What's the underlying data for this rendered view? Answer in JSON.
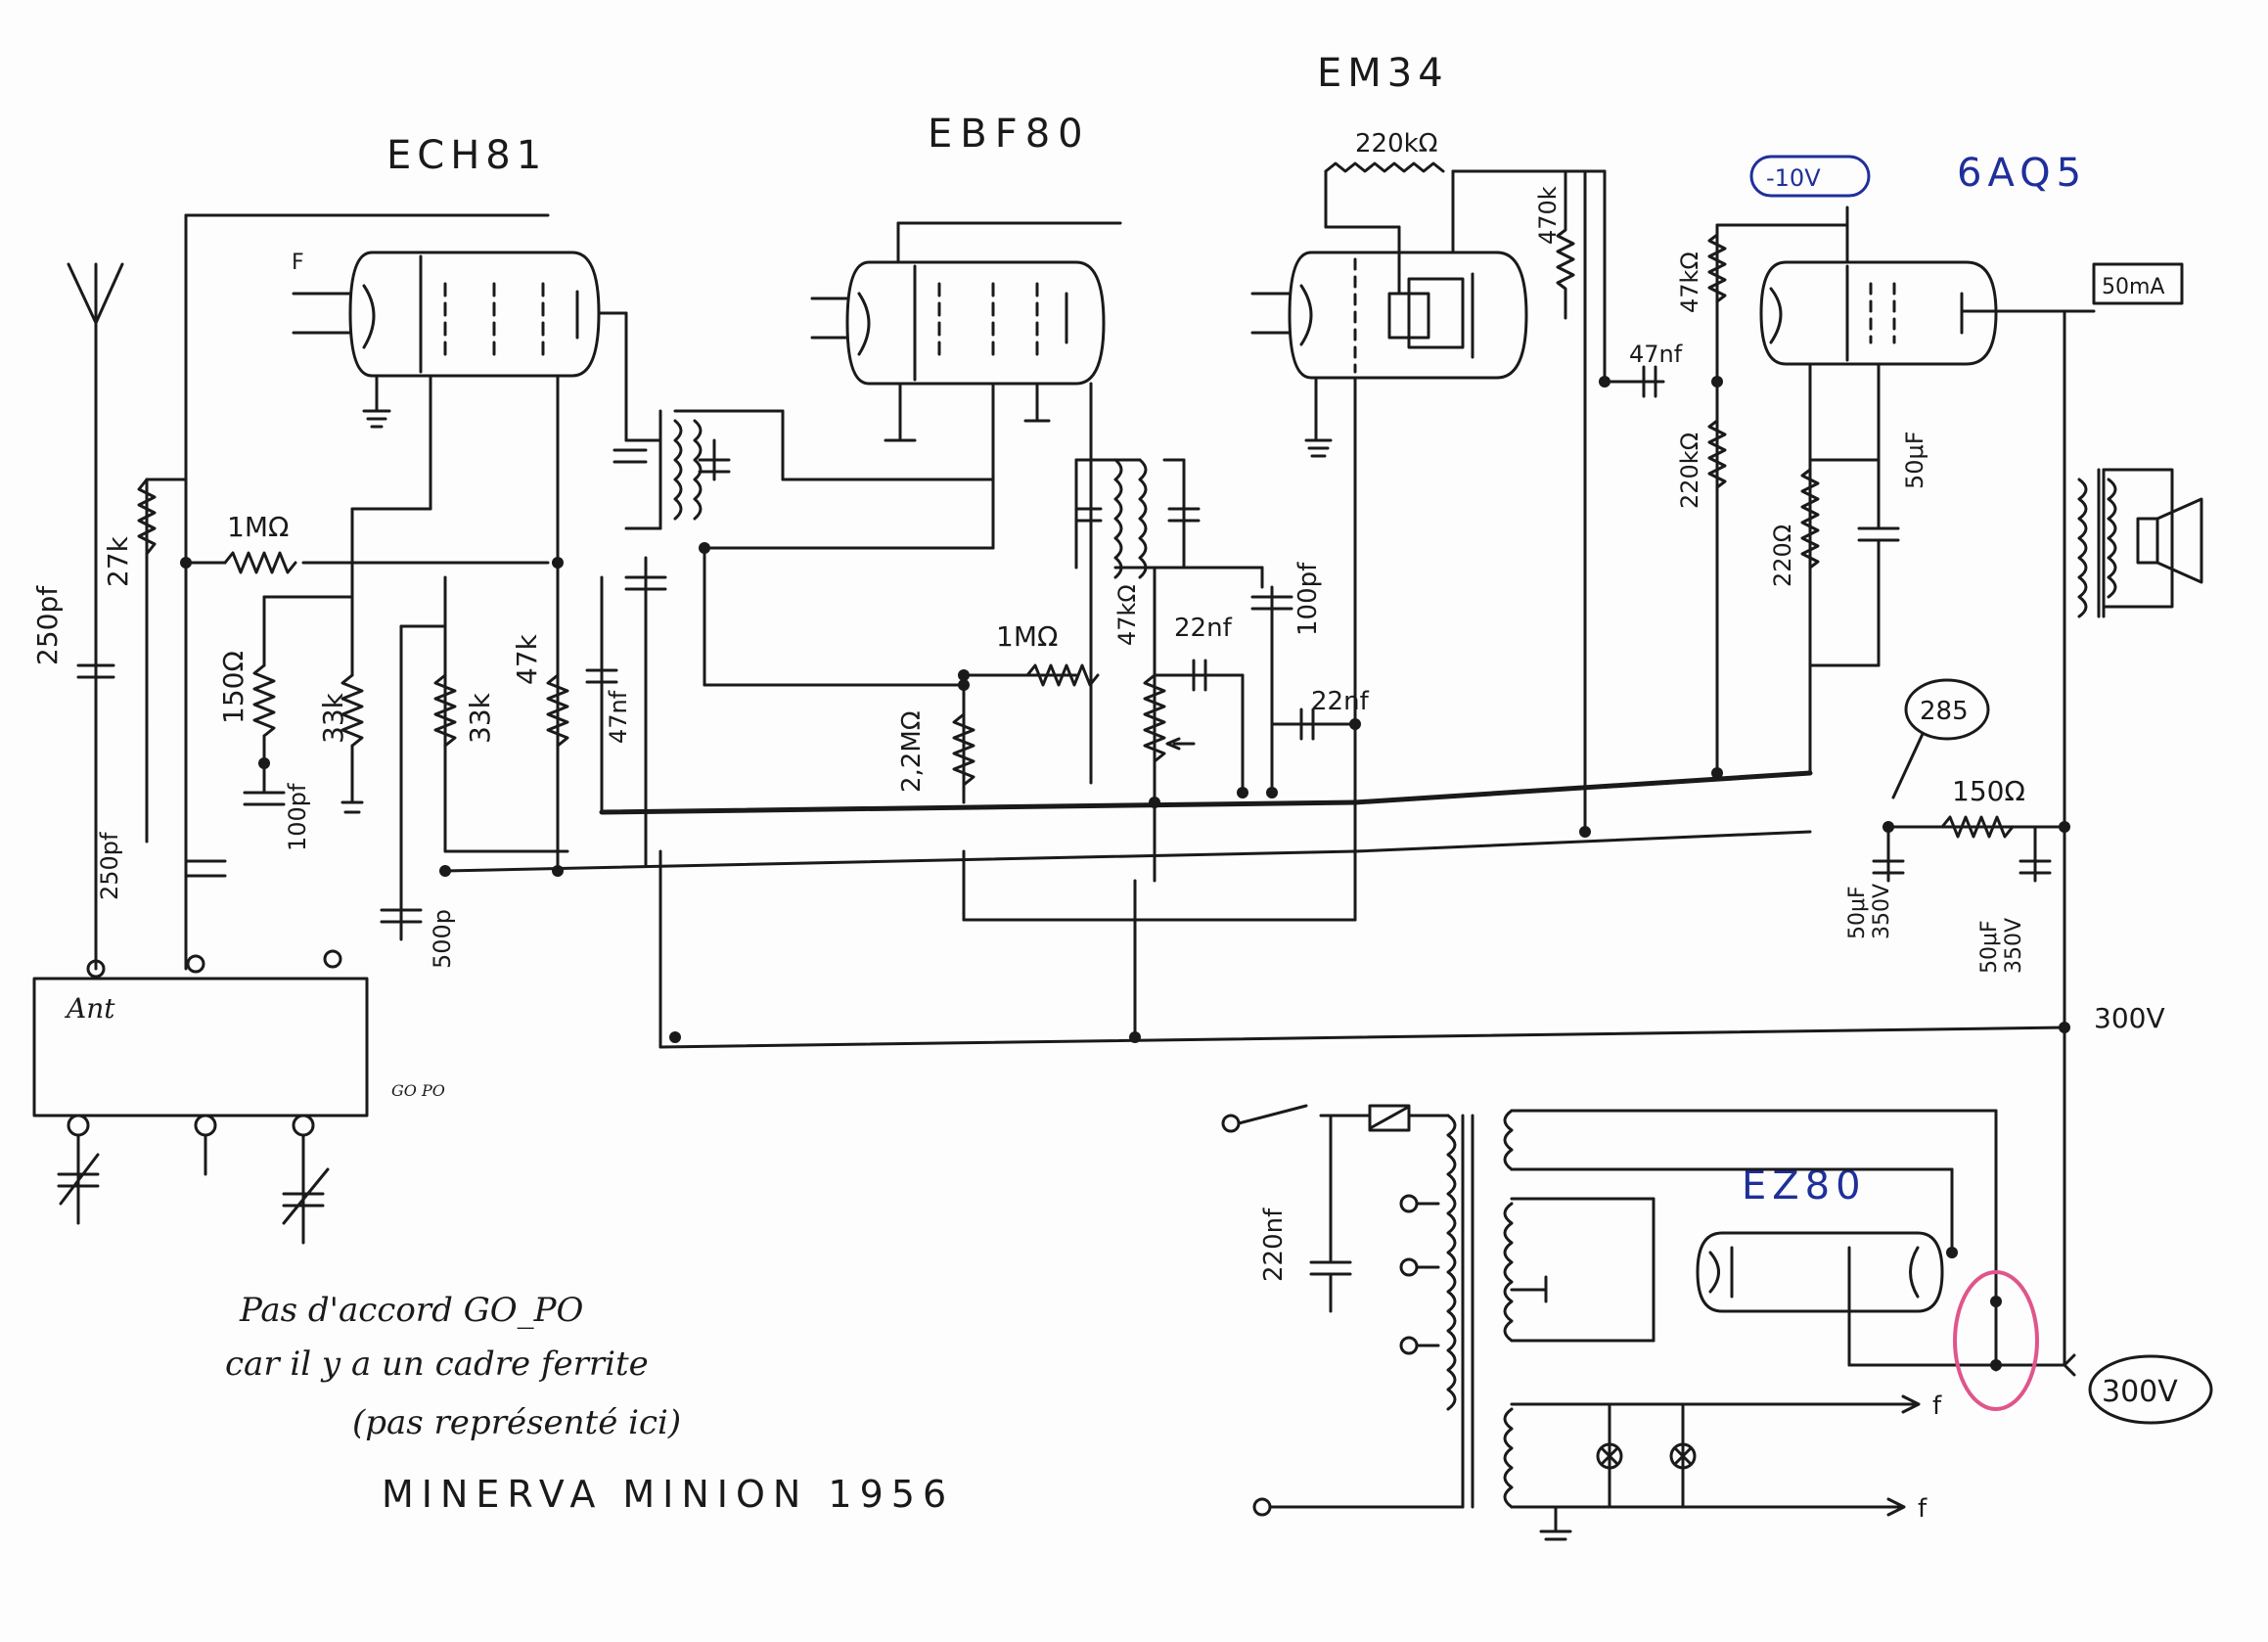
{
  "tubes": {
    "ech81": "ECH81",
    "ebf80": "EBF80",
    "em34": "EM34",
    "aq5": "6AQ5",
    "ez80": "EZ80"
  },
  "values": {
    "c_250pf_top": "250pf",
    "r_27k": "27k",
    "r_1m_a": "1MΩ",
    "r_150": "150Ω",
    "r_33k_a": "33k",
    "c_100pf_a": "100pf",
    "c_250pf_b": "250pf",
    "r_33k_b": "33k",
    "r_47k": "47k",
    "c_47nf_a": "47nf",
    "c_500p": "500p",
    "r_1m_b": "1MΩ",
    "r_22m": "2,2MΩ",
    "r_47k_pot": "47kΩ",
    "c_22nf_a": "22nf",
    "c_100pf_b": "100pf",
    "c_22nf_b": "22nf",
    "r_220k_em": "220kΩ",
    "r_470k": "470k",
    "c_47nf_b": "47nf",
    "r_47k_b": "47kΩ",
    "r_220k_b": "220kΩ",
    "r_220": "220Ω",
    "c_50uf": "50μF",
    "c_50uf_a": "50μF",
    "c_50uf_a_v": "350V",
    "c_50uf_b": "50μF",
    "c_50uf_b_v": "350V",
    "r_150_ps": "150Ω",
    "c_220nf": "220nf",
    "voltage_neg10": "-10V",
    "current_50ma": "50mA",
    "voltage_285": "285",
    "voltage_300a": "300V",
    "voltage_300b": "300V",
    "f_top": "F",
    "f_a": "f",
    "f_b": "f",
    "ant": "Ant",
    "go_po": "GO PO"
  },
  "note": {
    "line1": "Pas d'accord GO_PO",
    "line2": "car il y a un cadre ferrite",
    "line3": "(pas représenté ici)",
    "title": "MINERVA MINION 1956"
  },
  "colors": {
    "ink_black": "#1a1a1a",
    "ink_blue": "#1f2f9a",
    "highlight": "#e0558a"
  }
}
